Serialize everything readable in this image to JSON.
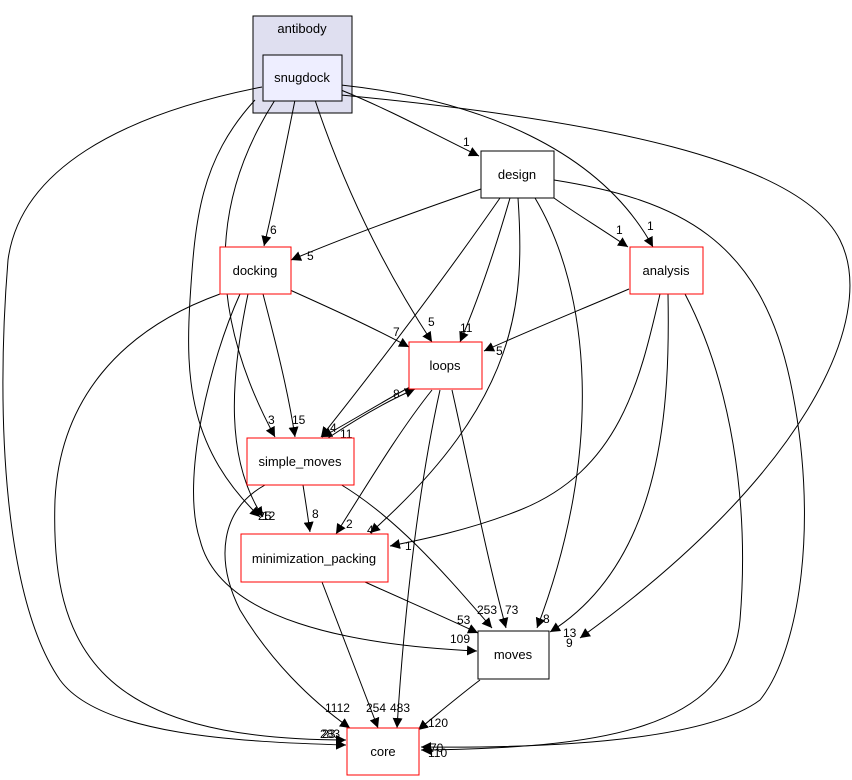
{
  "colors": {
    "cluster_fill": "#dfdff0",
    "cluster_border": "#000000",
    "current_fill": "#eeeeff",
    "current_border": "#000000",
    "normal_border": "#000000",
    "incomplete_border": "#ff0000",
    "edge": "#000000"
  },
  "cluster": {
    "label": "antibody"
  },
  "nodes": {
    "snugdock": {
      "label": "snugdock"
    },
    "design": {
      "label": "design"
    },
    "docking": {
      "label": "docking"
    },
    "analysis": {
      "label": "analysis"
    },
    "loops": {
      "label": "loops"
    },
    "simple_moves": {
      "label": "simple_moves"
    },
    "minimization_packing": {
      "label": "minimization_packing"
    },
    "moves": {
      "label": "moves"
    },
    "core": {
      "label": "core"
    }
  },
  "edges": [
    {
      "from": "snugdock",
      "to": "design",
      "label": "1"
    },
    {
      "from": "snugdock",
      "to": "analysis",
      "label": "1"
    },
    {
      "from": "snugdock",
      "to": "docking",
      "label": "6"
    },
    {
      "from": "snugdock",
      "to": "loops",
      "label": "5"
    },
    {
      "from": "snugdock",
      "to": "simple_moves",
      "label": "3"
    },
    {
      "from": "snugdock",
      "to": "minimization_packing",
      "label": "25"
    },
    {
      "from": "snugdock",
      "to": "moves",
      "label": "9"
    },
    {
      "from": "snugdock",
      "to": "core",
      "label": "23"
    },
    {
      "from": "design",
      "to": "docking",
      "label": "5"
    },
    {
      "from": "design",
      "to": "analysis",
      "label": "1"
    },
    {
      "from": "design",
      "to": "loops",
      "label": "11"
    },
    {
      "from": "design",
      "to": "simple_moves",
      "label": "4"
    },
    {
      "from": "design",
      "to": "minimization_packing",
      "label": "4"
    },
    {
      "from": "design",
      "to": "moves",
      "label": "8"
    },
    {
      "from": "design",
      "to": "core",
      "label": "70"
    },
    {
      "from": "docking",
      "to": "loops",
      "label": "7"
    },
    {
      "from": "docking",
      "to": "simple_moves",
      "label": "15"
    },
    {
      "from": "docking",
      "to": "minimization_packing",
      "label": "12"
    },
    {
      "from": "docking",
      "to": "moves",
      "label": "109"
    },
    {
      "from": "docking",
      "to": "core",
      "label": "283"
    },
    {
      "from": "analysis",
      "to": "loops",
      "label": "5"
    },
    {
      "from": "analysis",
      "to": "minimization_packing",
      "label": "1"
    },
    {
      "from": "analysis",
      "to": "moves",
      "label": "13"
    },
    {
      "from": "analysis",
      "to": "core",
      "label": "110"
    },
    {
      "from": "loops",
      "to": "simple_moves",
      "label": "11"
    },
    {
      "from": "loops",
      "to": "minimization_packing",
      "label": "2"
    },
    {
      "from": "loops",
      "to": "moves",
      "label": "73"
    },
    {
      "from": "loops",
      "to": "core",
      "label": "483"
    },
    {
      "from": "simple_moves",
      "to": "loops",
      "label": "8"
    },
    {
      "from": "simple_moves",
      "to": "minimization_packing",
      "label": "8"
    },
    {
      "from": "simple_moves",
      "to": "moves",
      "label": "253"
    },
    {
      "from": "simple_moves",
      "to": "core",
      "label": "1112"
    },
    {
      "from": "minimization_packing",
      "to": "moves",
      "label": "53"
    },
    {
      "from": "minimization_packing",
      "to": "core",
      "label": "254"
    },
    {
      "from": "moves",
      "to": "core",
      "label": "120"
    }
  ]
}
